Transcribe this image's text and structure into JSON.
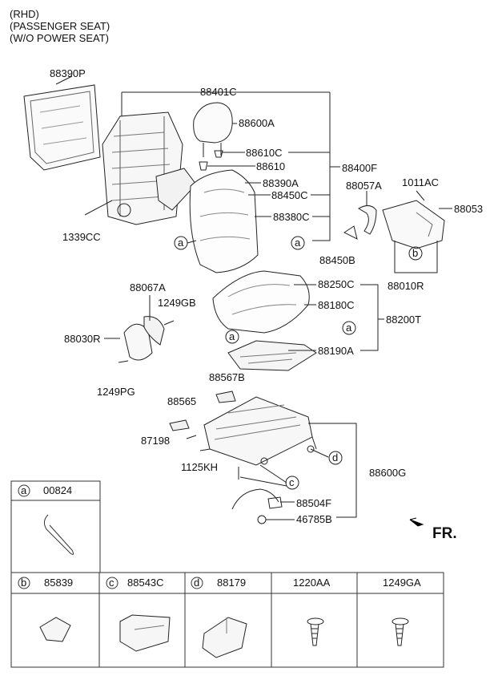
{
  "header": [
    "(RHD)",
    "(PASSENGER SEAT)",
    "(W/O POWER SEAT)"
  ],
  "parts": {
    "p88390P": "88390P",
    "p88401C": "88401C",
    "p88600A": "88600A",
    "p88610C": "88610C",
    "p88610": "88610",
    "p88400F": "88400F",
    "p88390A": "88390A",
    "p88450C": "88450C",
    "p88380C": "88380C",
    "p1339CC": "1339CC",
    "p88057A": "88057A",
    "p1011AC": "1011AC",
    "p88053": "88053",
    "p88450B": "88450B",
    "p88010R": "88010R",
    "p88067A": "88067A",
    "p1249GB": "1249GB",
    "p88030R": "88030R",
    "p1249PG": "1249PG",
    "p88250C": "88250C",
    "p88180C": "88180C",
    "p88200T": "88200T",
    "p88190A": "88190A",
    "p88567B": "88567B",
    "p88565": "88565",
    "p87198": "87198",
    "p1125KH": "1125KH",
    "p88600G": "88600G",
    "p88504F": "88504F",
    "p46785B": "46785B"
  },
  "callouts": {
    "a": "a",
    "b": "b",
    "c": "c",
    "d": "d"
  },
  "direction_label": "FR.",
  "table": {
    "top": {
      "letter": "a",
      "code": "00824"
    },
    "bottom": [
      {
        "letter": "b",
        "code": "85839"
      },
      {
        "letter": "c",
        "code": "88543C"
      },
      {
        "letter": "d",
        "code": "88179"
      },
      {
        "letter": "",
        "code": "1220AA"
      },
      {
        "letter": "",
        "code": "1249GA"
      }
    ]
  }
}
